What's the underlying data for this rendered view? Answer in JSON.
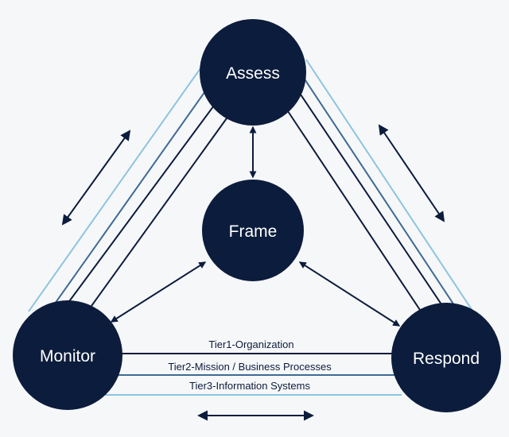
{
  "nodes": {
    "assess": "Assess",
    "frame": "Frame",
    "monitor": "Monitor",
    "respond": "Respond"
  },
  "tiers": [
    "Tier1-Organization",
    "Tier2-Mission / Business Processes",
    "Tier3-Information Systems"
  ],
  "colors": {
    "background": "#f6f7f9",
    "circle": "#0c1c3c",
    "tier1_line": "#0c1c3c",
    "tier2_line": "#3d6a94",
    "tier3_line": "#8ec4e0",
    "arrow": "#0c1c3c"
  }
}
